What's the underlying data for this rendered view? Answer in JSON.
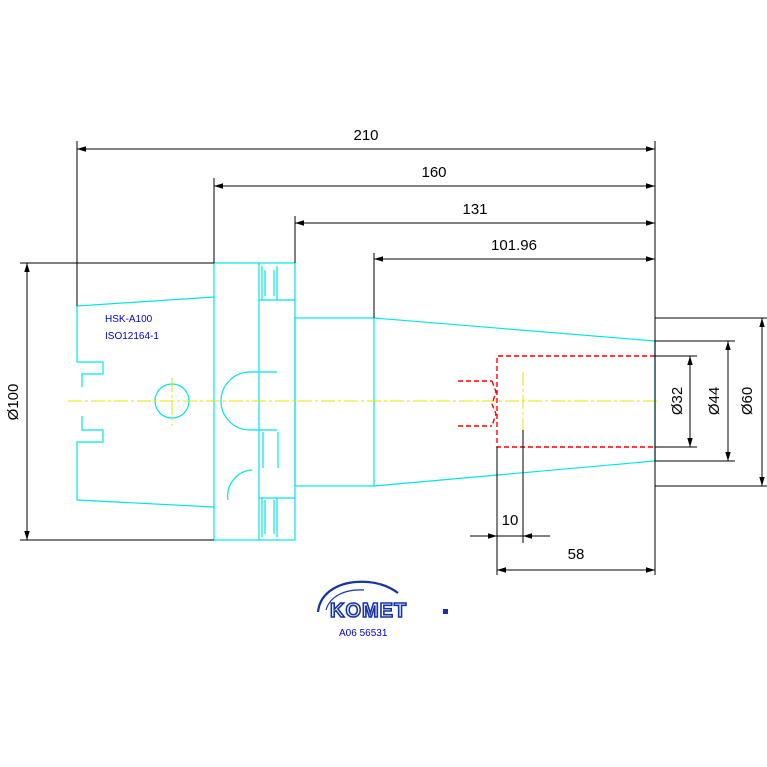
{
  "drawing": {
    "dimensions": {
      "overall_length": "210",
      "length_from_flange": "160",
      "length_from_collar": "131",
      "taper_length": "101.96",
      "bore_depth": "58",
      "bore_offset": "10",
      "shank_diameter": "Ø100",
      "bore_diameter": "Ø32",
      "nose_diameter": "Ø44",
      "body_diameter": "Ø60"
    },
    "notes": {
      "interface": "HSK-A100",
      "standard": "ISO12164-1"
    },
    "logo": {
      "brand": "KOMET",
      "part_number": "A06 56531"
    },
    "colors": {
      "outline": "#00e5e5",
      "centerline": "#e6e600",
      "hidden_bore": "#ff0000",
      "dimension": "#000000",
      "annotation": "#0000cc",
      "logo": "#1533a8"
    }
  }
}
